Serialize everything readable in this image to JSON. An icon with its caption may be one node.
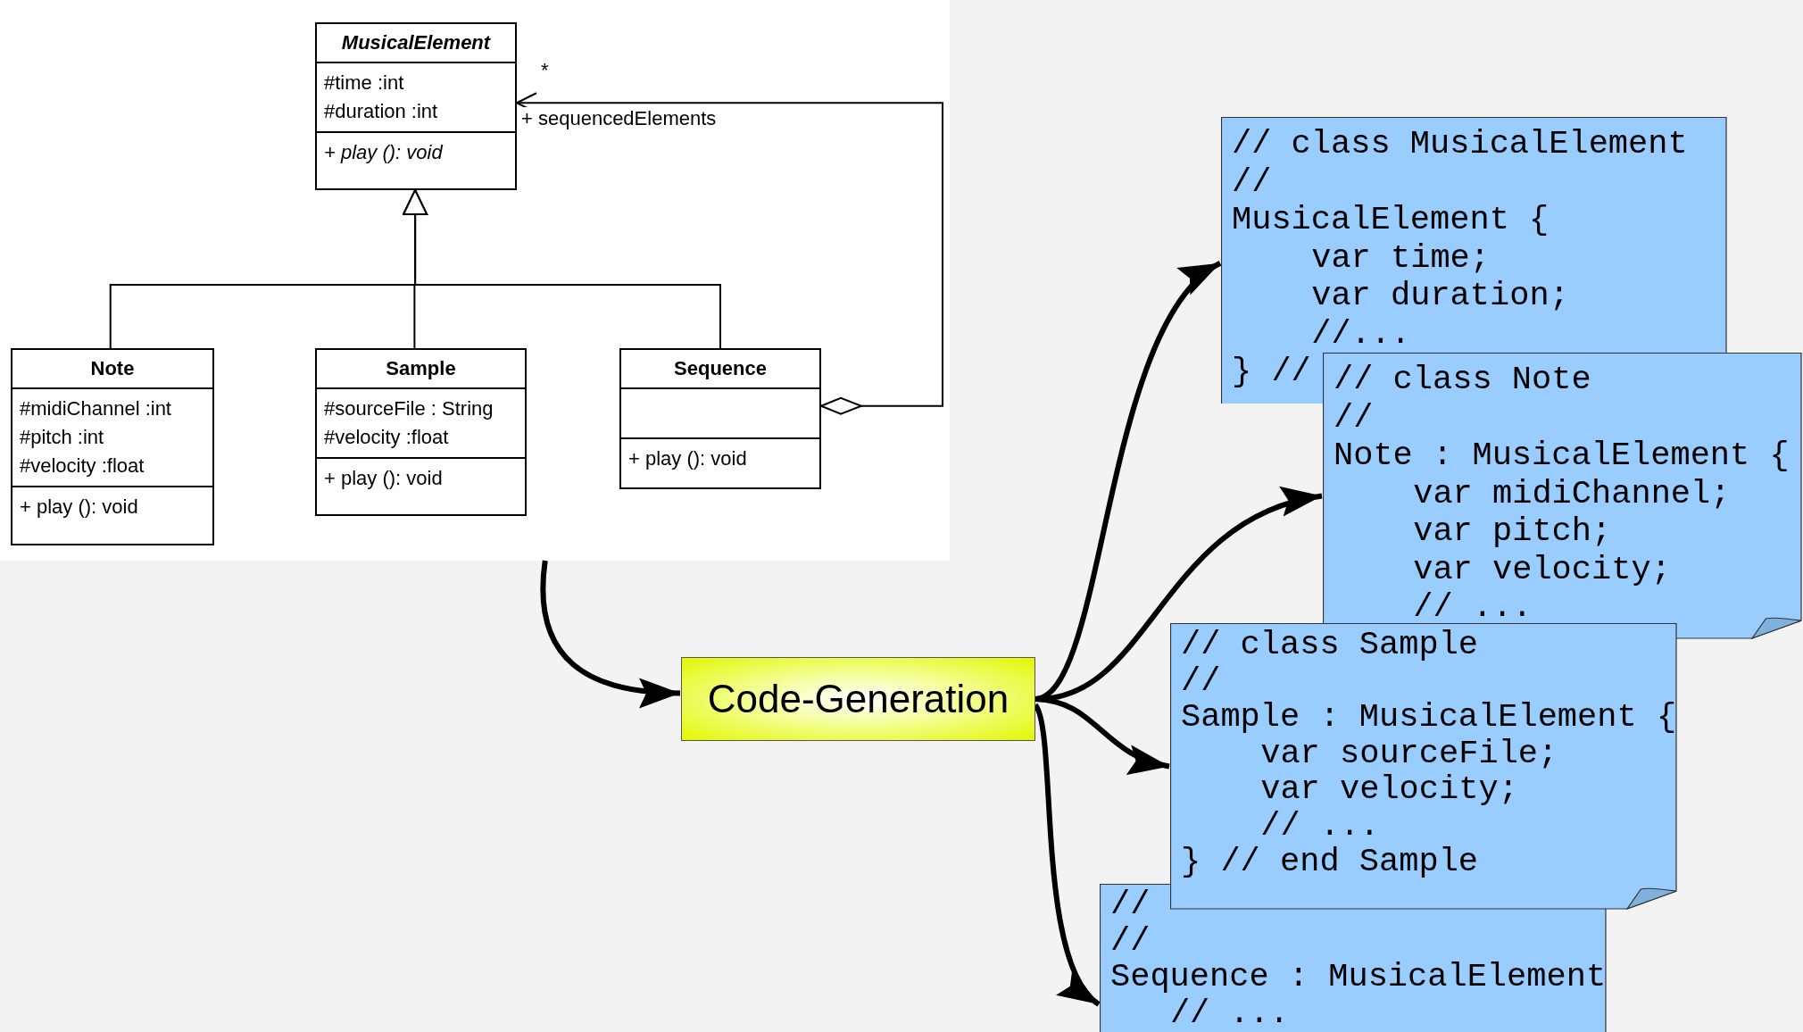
{
  "diagram": {
    "nodes": [
      {
        "text": [],
        "shape": "box"
      },
      {
        "text": [
          "MusicalElement",
          "#time :int",
          "#duration :int",
          "+ play (): void"
        ],
        "in": 0
      },
      {
        "text": [
          "Note",
          "#midiChannel :int",
          "#pitch :int",
          "#velocity :float",
          "+ play (): void"
        ],
        "in": 0
      },
      {
        "text": [
          "Sample",
          "#sourceFile : String",
          "#velocity :float",
          "+ play (): void"
        ],
        "in": 0
      },
      {
        "text": [
          "Sequence",
          "+ play (): void"
        ],
        "in": 0
      },
      {
        "text": [
          "Code-Generation"
        ]
      },
      {
        "text": [
          "// class MusicalElement",
          "//",
          "MusicalElement {",
          "var time;",
          "var duration;",
          "//...",
          "} //"
        ]
      },
      {
        "text": [
          "// class Note",
          "//",
          "Note : MusicalElement {",
          "var midiChannel;",
          "var pitch;",
          "var velocity;",
          "// ..."
        ]
      },
      {
        "text": [
          "// class Sample",
          "//",
          "Sample : MusicalElement {",
          "var sourceFile;",
          "var velocity;",
          "// ...",
          "} // end Sample"
        ]
      },
      {
        "text": [
          "//",
          "//",
          "Sequence : MusicalElement",
          "// ..."
        ]
      }
    ],
    "edges": [
      {
        "from": 2,
        "to": 1,
        "arrow": "to"
      },
      {
        "from": 3,
        "to": 1,
        "arrow": "to"
      },
      {
        "from": 4,
        "to": 1,
        "arrow": "to"
      },
      {
        "from": 4,
        "to": 1,
        "arrow": "to",
        "label": "+ sequencedElements"
      },
      {
        "from": 0,
        "to": 5,
        "arrow": "to"
      },
      {
        "from": 5,
        "to": 6,
        "arrow": "to"
      },
      {
        "from": 5,
        "to": 7,
        "arrow": "to"
      },
      {
        "from": 5,
        "to": 8,
        "arrow": "to"
      },
      {
        "from": 5,
        "to": 9,
        "arrow": "to"
      }
    ],
    "labels": [
      "*"
    ]
  }
}
